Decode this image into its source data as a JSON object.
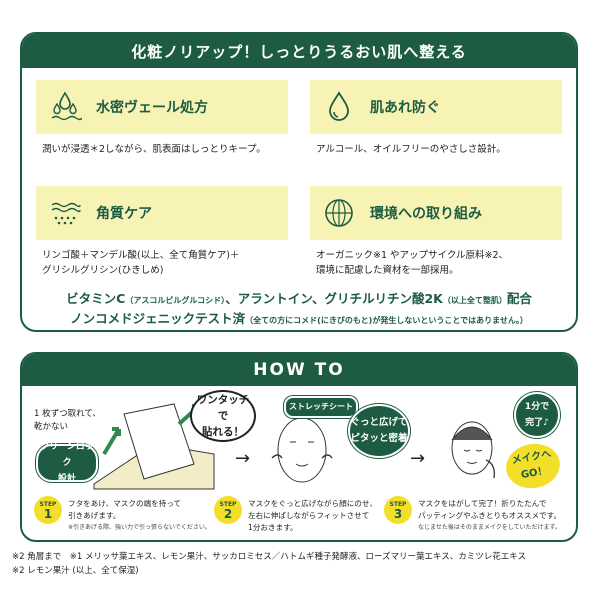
{
  "top_card": {
    "header": "化粧ノリアップ！しっとりうるおい肌へ整える",
    "features": [
      {
        "icon": "water-drops-icon",
        "title": "水密ヴェール処方",
        "text": "潤いが浸透＊2しながら、肌表面はしっとりキープ。"
      },
      {
        "icon": "droplet-outline-icon",
        "title": "肌あれ防ぐ",
        "text": "アルコール、オイルフリーのやさしさ設計。"
      },
      {
        "icon": "skin-layers-icon",
        "title": "角質ケア",
        "text": "リンゴ酸＋マンデル酸(以上、全て角質ケア)＋\nグリシルグリシン(ひきしめ)"
      },
      {
        "icon": "globe-leaf-icon",
        "title": "環境への取り組み",
        "text": "オーガニック※1 やアップサイクル原料※2、\n環境に配慮した資材を一部採用。"
      }
    ],
    "claim_line1_a": "ビタミンC",
    "claim_line1_b": "（アスコルビルグルコシド）",
    "claim_line1_c": "、アラントイン、グリチルリチン酸2K",
    "claim_line1_d": "（以上全て整肌）",
    "claim_line1_e": "配合",
    "claim_line2_a": "ノンコメドジェニックテスト済",
    "claim_line2_b": "（全ての方にコメド(にきびのもと)が発生しないということではありません。）"
  },
  "howto": {
    "header": "HOW TO",
    "bubble_one_touch": "ワンタッチで\n貼れる！",
    "label_one_sheet": "1 枚ずつ取れて、\n乾かない",
    "bubble_clean_lock": "クリーンロック\n設計",
    "stretch_label": "ストレッチシート",
    "bubble_stretch": "ぐっと広げて\nピタッと密着",
    "bubble_one_minute": "1分で\n完了♪",
    "bubble_makeup": "メイクへ\nGO！",
    "steps": [
      {
        "badge_word": "STEP",
        "badge_num": "1",
        "text": "フタをあけ、マスクの端を持って\n引きあげます。",
        "note": "※引きあげる際、強い力で引っ張らないでください。"
      },
      {
        "badge_word": "STEP",
        "badge_num": "2",
        "text": "マスクをぐっと広げながら顔にのせ、\n左右に伸ばしながらフィットさせて\n1分おきます。",
        "note": ""
      },
      {
        "badge_word": "STEP",
        "badge_num": "3",
        "text": "マスクをはがして完了！折りたたんで\nパッティングやふきとりもオススメです。",
        "note": "なじませた後はそのままメイクをしていただけます。"
      }
    ],
    "arrow": "→"
  },
  "footnotes": {
    "line1": "※2 角層まで　※1 メリッサ葉エキス、レモン果汁、サッカロミセス／ハトムギ種子発酵液、ローズマリー葉エキス、カミツレ花エキス",
    "line2": "※2 レモン果汁 (以上、全て保湿)"
  },
  "colors": {
    "brand_green": "#1d5c43",
    "panel_yellow": "#f7f3b5",
    "accent_yellow": "#f3df2a"
  }
}
